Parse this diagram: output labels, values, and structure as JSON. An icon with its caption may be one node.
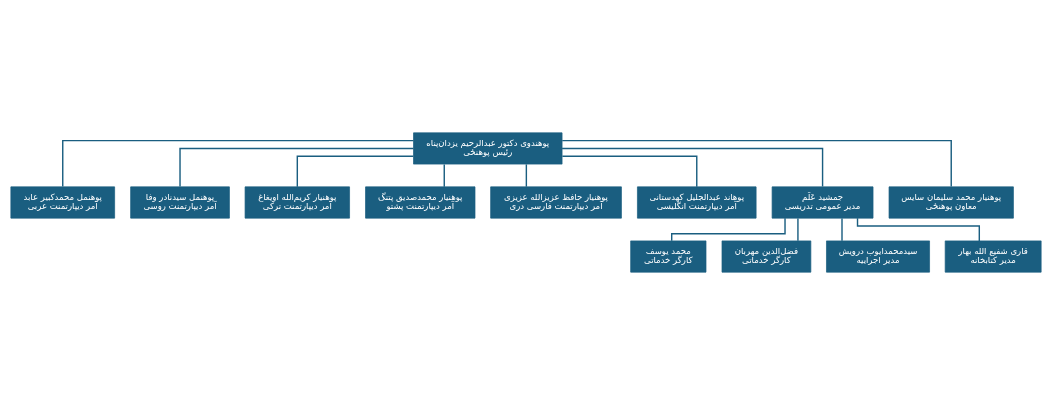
{
  "diagram": {
    "nodes": [
      {
        "text": [
          "پوهندوی دکتور عبدالرحیم یزدان‌پناه",
          "رئیس پوهنځی"
        ]
      },
      {
        "text": [
          "پوهنیار محمد سلیمان سایس",
          "معاون پوهنځی"
        ]
      },
      {
        "text": [
          "جمشید عَلَم",
          "مدیر عمومی تدریسی"
        ]
      },
      {
        "text": [
          "قاری شفیع الله بهار",
          "مدیر کتابخانه"
        ]
      },
      {
        "text": [
          "سیدمحمدایوب درویش",
          "مدیر اجراییه"
        ]
      },
      {
        "text": [
          "فضل‌الدین مهربان",
          "کارگر خدماتی"
        ]
      },
      {
        "text": [
          "محمد یوسف",
          "کارگر خدماتی"
        ]
      },
      {
        "text": [
          "پوهاند عبدالجلیل کهدستانی",
          "آمر دیپارتمنت انگلیسی"
        ]
      },
      {
        "text": [
          "پوهنیار حافظ عزیزالله عزیزی",
          "آمر دیپارتمنت فارسی دری"
        ]
      },
      {
        "text": [
          "پوهنیار محمدصدیق پتنگ",
          "آمر دیپارتمنت پشتو"
        ]
      },
      {
        "text": [
          "پوهنیار کریم‌الله اویغاغ",
          "آمر دیپارتمنت ترکی"
        ]
      },
      {
        "text": [
          "پوهنمل سیدنادر وفا",
          "آمر دیپارتمنت روسی"
        ]
      },
      {
        "text": [
          "پوهنمل محمدکبیر عابد",
          "آمر دیپارتمنت عربی"
        ]
      }
    ],
    "edges": [
      {
        "from": 0,
        "to": 1,
        "arrow": "none"
      },
      {
        "from": 0,
        "to": 2,
        "arrow": "none"
      },
      {
        "from": 2,
        "to": 3,
        "arrow": "none"
      },
      {
        "from": 2,
        "to": 4,
        "arrow": "none"
      },
      {
        "from": 2,
        "to": 5,
        "arrow": "none"
      },
      {
        "from": 2,
        "to": 6,
        "arrow": "none"
      },
      {
        "from": 0,
        "to": 7,
        "arrow": "none"
      },
      {
        "from": 0,
        "to": 8,
        "arrow": "none"
      },
      {
        "from": 0,
        "to": 9,
        "arrow": "none"
      },
      {
        "from": 0,
        "to": 10,
        "arrow": "none"
      },
      {
        "from": 0,
        "to": 11,
        "arrow": "none"
      },
      {
        "from": 0,
        "to": 12,
        "arrow": "none"
      }
    ]
  }
}
